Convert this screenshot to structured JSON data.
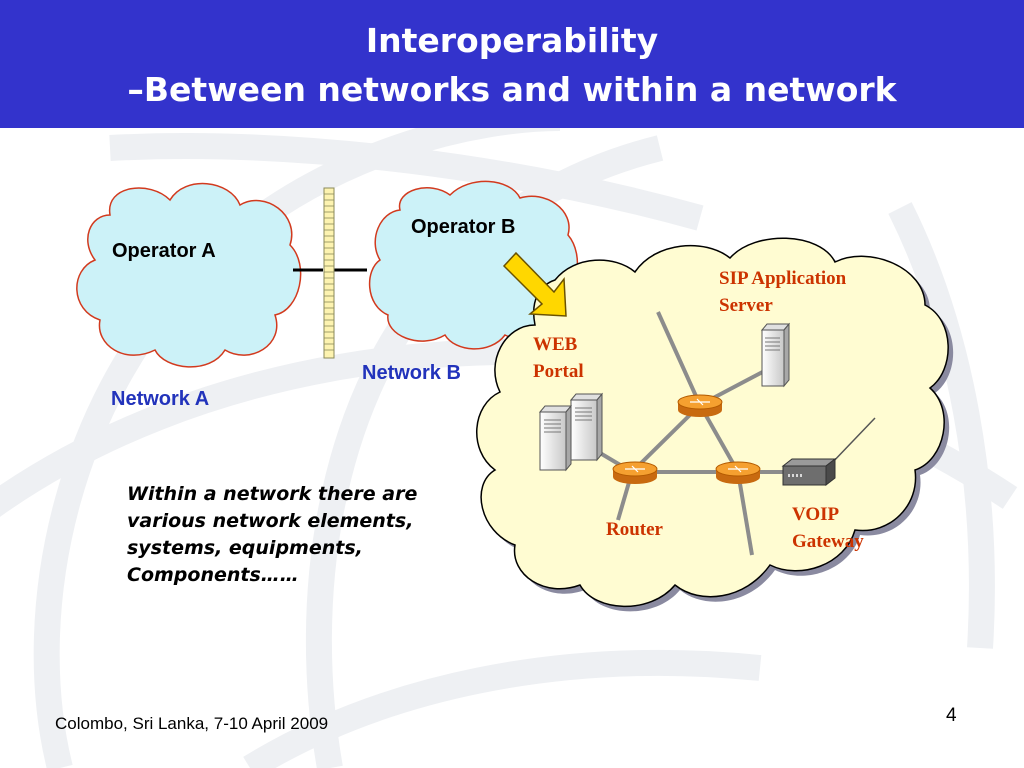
{
  "slide": {
    "title_line1": "Interoperability",
    "title_line2": "–Between networks and within a network",
    "header_color": "#3333cc"
  },
  "diagram": {
    "operator_a": "Operator A",
    "operator_b": "Operator B",
    "network_a": "Network A",
    "network_b": "Network B",
    "web_portal": [
      "WEB",
      "Portal"
    ],
    "sip_server": [
      "SIP Application",
      "Server"
    ],
    "router": "Router",
    "voip_gateway": [
      "VOIP",
      "Gateway"
    ]
  },
  "description": "Within a network there are various network elements, systems, equipments, Components……",
  "footer": {
    "location_date": "Colombo, Sri Lanka, 7-10 April 2009",
    "page_number": "4"
  },
  "colors": {
    "small_cloud_fill": "#ccf2f8",
    "big_cloud_fill": "#fffcd2",
    "arrow_fill": "#ffd700",
    "router_orange": "#f5a030",
    "network_label": "#2233bb",
    "element_label": "#cc3300"
  }
}
